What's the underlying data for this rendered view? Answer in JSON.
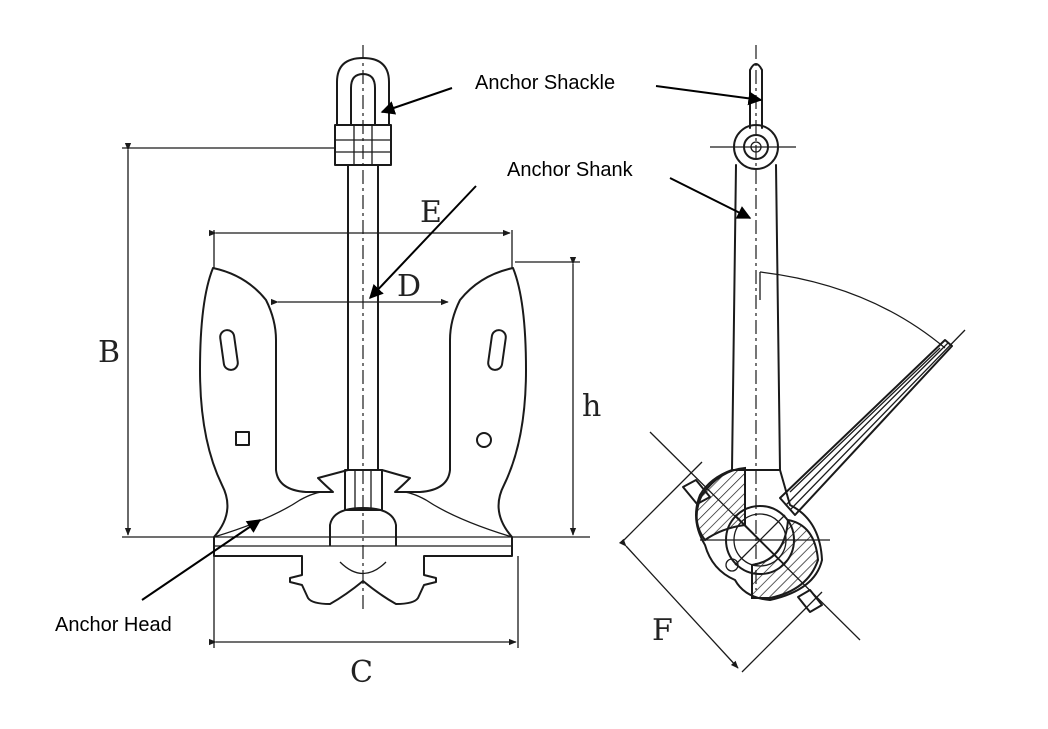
{
  "callouts": {
    "shackle": "Anchor Shackle",
    "shank": "Anchor Shank",
    "head": "Anchor Head"
  },
  "dimensions": {
    "B": "B",
    "C": "C",
    "D": "D",
    "E": "E",
    "F": "F",
    "h": "h"
  },
  "colors": {
    "line": "#1a1a1a",
    "background": "#ffffff"
  }
}
